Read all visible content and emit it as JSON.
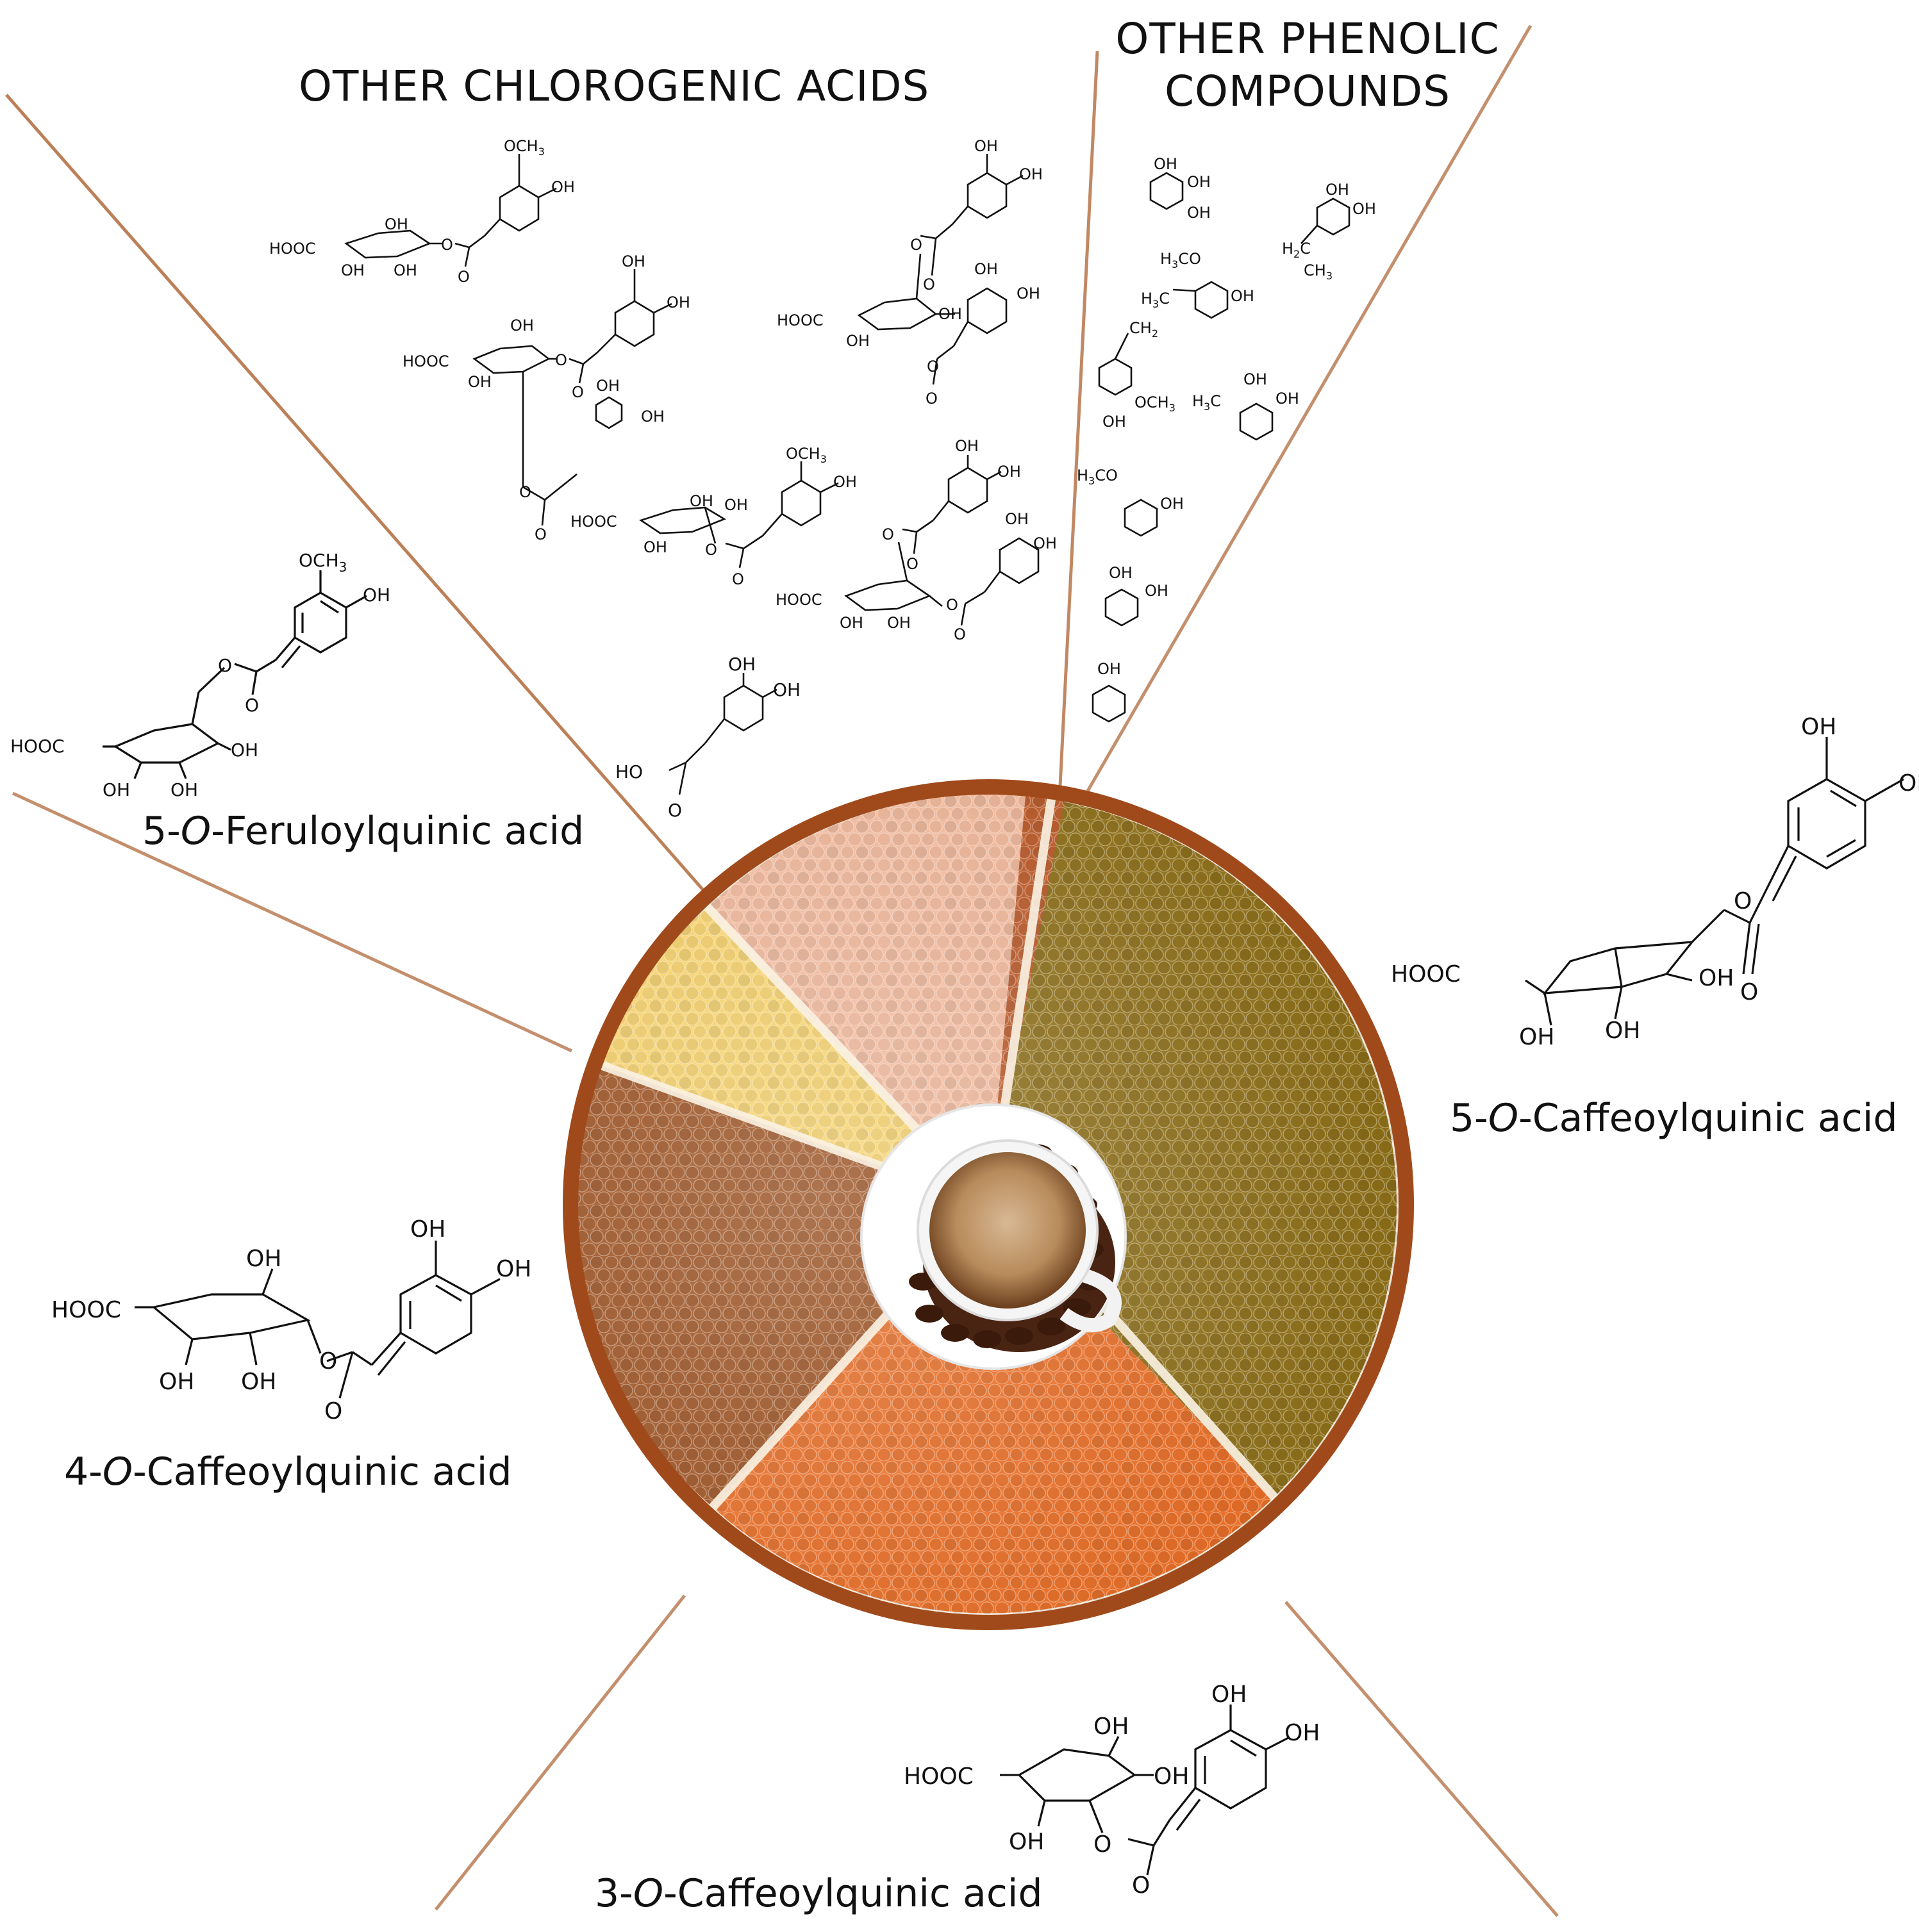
{
  "headings": {
    "other_chlorogenic": "OTHER CHLOROGENIC ACIDS",
    "other_phenolic_line1": "OTHER PHENOLIC",
    "other_phenolic_line2": "COMPOUNDS"
  },
  "labels": {
    "feruloylquinic_prefix": "5-",
    "feruloylquinic_o": "O",
    "feruloylquinic_rest": "-Feruloylquinic acid",
    "caffeoyl5_prefix": "5-",
    "caffeoyl5_o": "O",
    "caffeoyl5_rest": "-Caffeoylquinic acid",
    "caffeoyl4_prefix": "4-",
    "caffeoyl4_o": "O",
    "caffeoyl4_rest": "-Caffeoylquinic acid",
    "caffeoyl3_prefix": "3-",
    "caffeoyl3_o": "O",
    "caffeoyl3_rest": "-Caffeoylquinic acid"
  },
  "atoms": {
    "oh": "OH",
    "hooc": "HOOC",
    "o": "O",
    "och3": "OCH",
    "h3co": "H",
    "three": "3",
    "co": "CO",
    "h2c": "H",
    "two": "2",
    "ch": "CH",
    "ho": "HO",
    "c": "C"
  },
  "colors": {
    "ring": "#a04a1c",
    "sector_olive": "#8a6a10",
    "sector_orange": "#e8661a",
    "sector_brown": "#9a4a16",
    "sector_yellow": "#f6cf62",
    "sector_peach": "#f1b596",
    "sector_rust": "#b8521f",
    "divider": "#b06a3c"
  }
}
